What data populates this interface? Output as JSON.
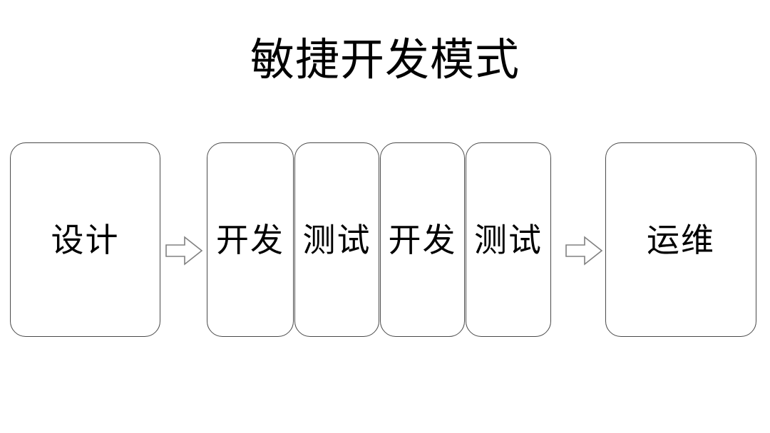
{
  "title": "敏捷开发模式",
  "colors": {
    "background": "#ffffff",
    "box_stroke": "#4a4a4a",
    "text": "#000000",
    "arrow_stroke": "#808080"
  },
  "stages": {
    "design": {
      "label": "设计"
    },
    "operations": {
      "label": "运维"
    }
  },
  "iteration_boxes": [
    {
      "label": "开发"
    },
    {
      "label": "测试"
    },
    {
      "label": "开发"
    },
    {
      "label": "测试"
    }
  ],
  "arrows": [
    {
      "name": "arrow-design-to-iteration",
      "direction": "right",
      "style": "hollow-block"
    },
    {
      "name": "arrow-iteration-to-operations",
      "direction": "right",
      "style": "hollow-block"
    }
  ]
}
